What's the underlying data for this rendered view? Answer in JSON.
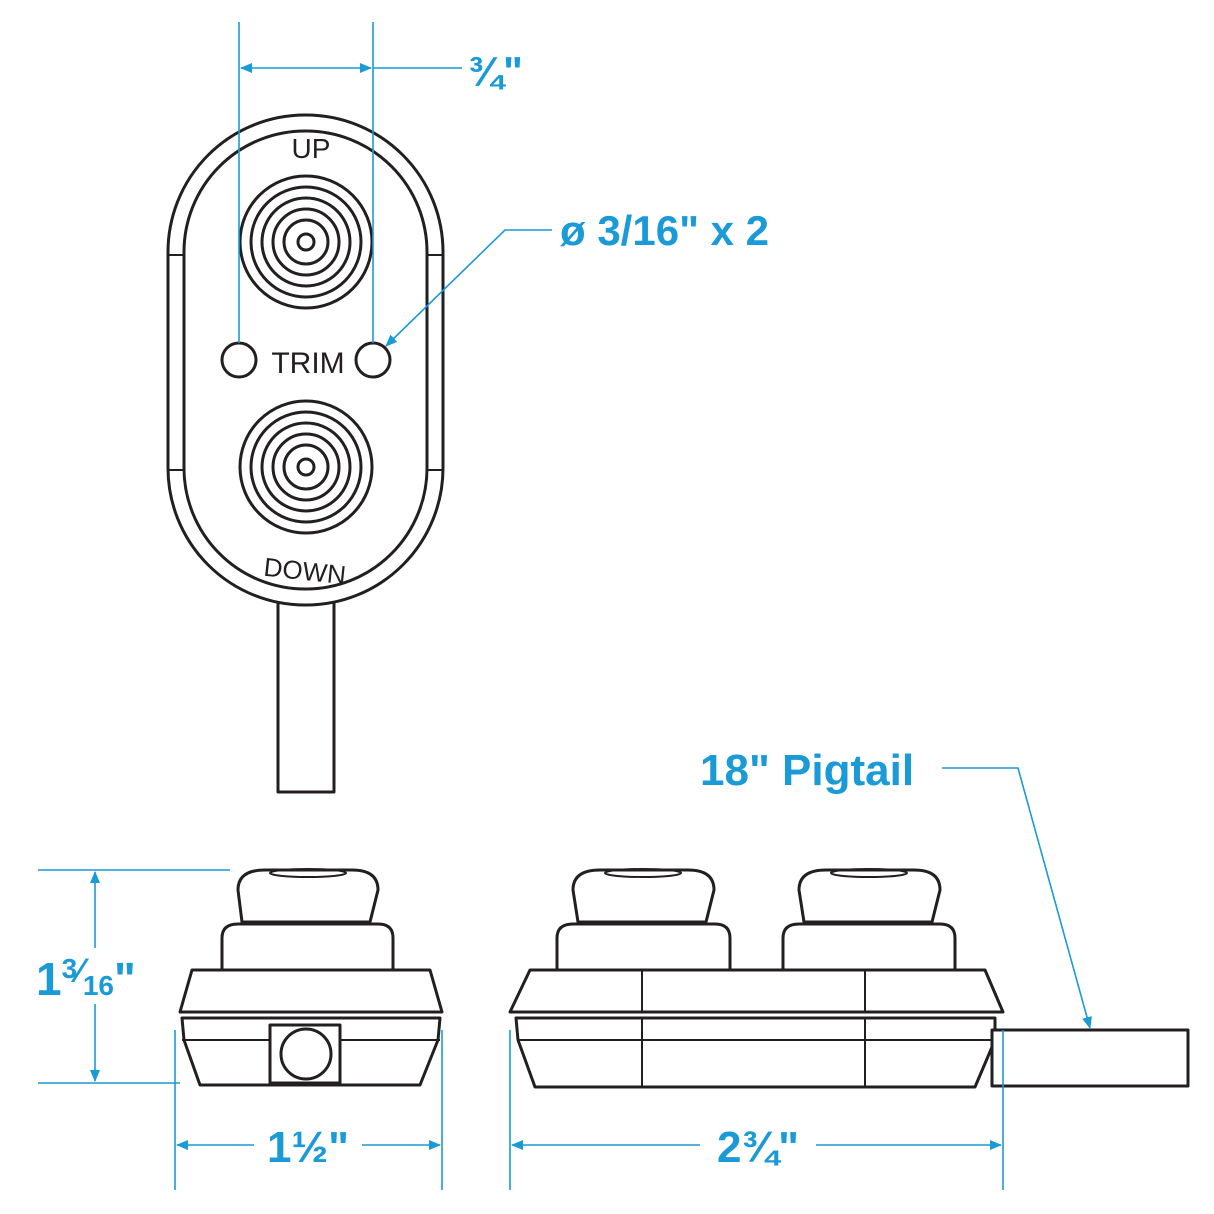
{
  "switch_labels": {
    "up": "UP",
    "trim": "TRIM",
    "down": "DOWN"
  },
  "dimensions": {
    "button_spacing": "¾\"",
    "hole_diameter": "ø 3/16\" x 2",
    "height": "1 3/16\"",
    "width": "1½\"",
    "length": "2¾\"",
    "pigtail": "18\" Pigtail"
  },
  "colors": {
    "dimension": "#1a9ad6",
    "outline": "#231f20"
  }
}
